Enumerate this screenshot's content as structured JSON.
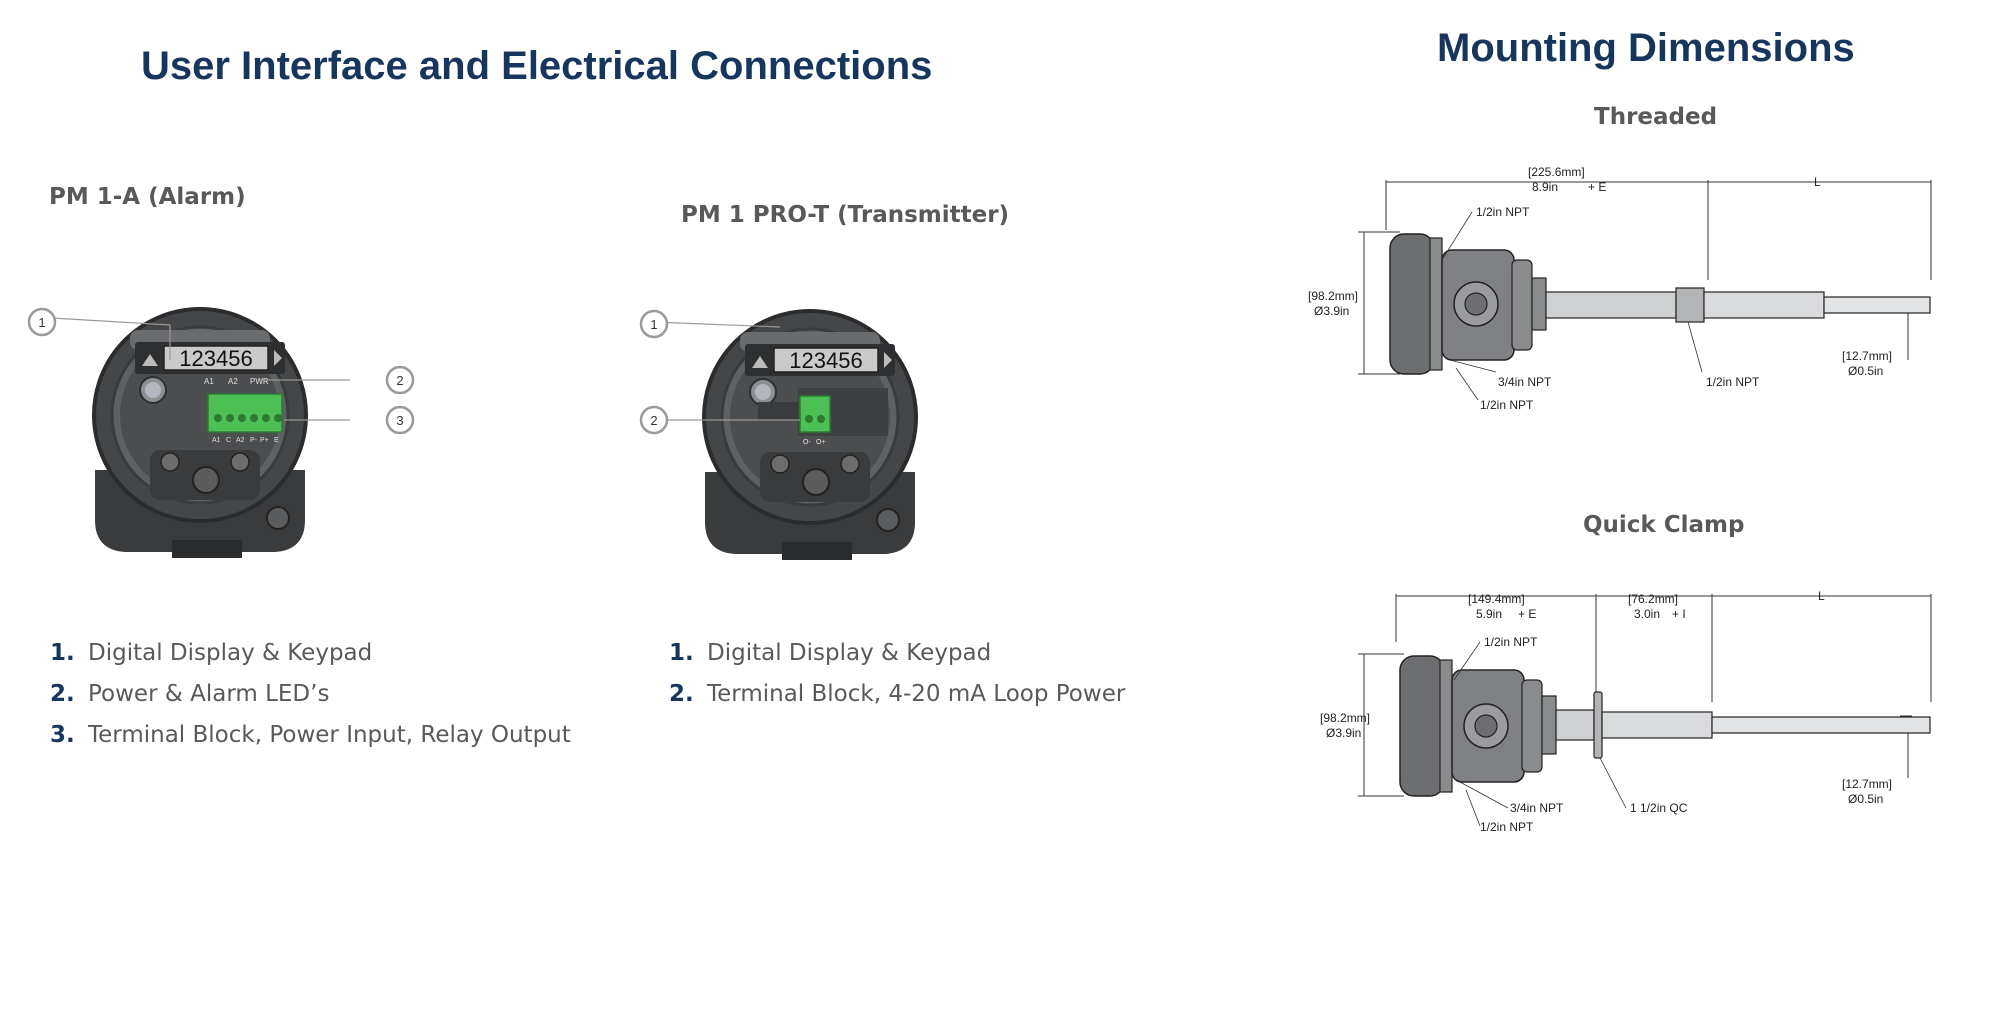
{
  "left": {
    "title": "User Interface and Electrical Connections",
    "alarm": {
      "heading": "PM 1-A (Alarm)",
      "display_value": "123456",
      "led_labels": [
        "A1",
        "A2",
        "PWR"
      ],
      "terminal_labels": [
        "A1",
        "C",
        "A2",
        "P-",
        "P+",
        "E"
      ],
      "callouts": [
        "1",
        "2",
        "3"
      ],
      "items": [
        {
          "num": "1.",
          "text": "Digital Display & Keypad"
        },
        {
          "num": "2.",
          "text": "Power & Alarm LED’s"
        },
        {
          "num": "3.",
          "text": "Terminal Block, Power Input, Relay Output"
        }
      ]
    },
    "transmitter": {
      "heading": "PM 1 PRO-T (Transmitter)",
      "display_value": "123456",
      "terminal_labels": [
        "O-",
        "O+"
      ],
      "callouts": [
        "1",
        "2"
      ],
      "items": [
        {
          "num": "1.",
          "text": "Digital Display & Keypad"
        },
        {
          "num": "2.",
          "text": "Terminal Block, 4-20 mA Loop Power"
        }
      ]
    }
  },
  "right": {
    "title": "Mounting Dimensions",
    "threaded": {
      "heading": "Threaded",
      "dim_length_mm": "[225.6mm]",
      "dim_length_in": "8.9in",
      "dim_plus": "+ E",
      "dim_L": "L",
      "dim_dia_mm": "[98.2mm]",
      "dim_dia_in": "Ø3.9in",
      "dim_probe_mm": "[12.7mm]",
      "dim_probe_in": "Ø0.5in",
      "npt_top": "1/2in NPT",
      "npt_34": "3/4in NPT",
      "npt_bottom": "1/2in NPT",
      "npt_probe": "1/2in NPT"
    },
    "clamp": {
      "heading": "Quick Clamp",
      "dim_length_mm": "[149.4mm]",
      "dim_length_in": "5.9in",
      "dim_plus": "+ E",
      "dim_ext_mm": "[76.2mm]",
      "dim_ext_in": "3.0in",
      "dim_ext_plus": "+ I",
      "dim_L": "L",
      "dim_dia_mm": "[98.2mm]",
      "dim_dia_in": "Ø3.9in",
      "dim_probe_mm": "[12.7mm]",
      "dim_probe_in": "Ø0.5in",
      "npt_top": "1/2in NPT",
      "npt_34": "3/4in NPT",
      "npt_bottom": "1/2in NPT",
      "qc": "1 1/2in QC"
    }
  }
}
